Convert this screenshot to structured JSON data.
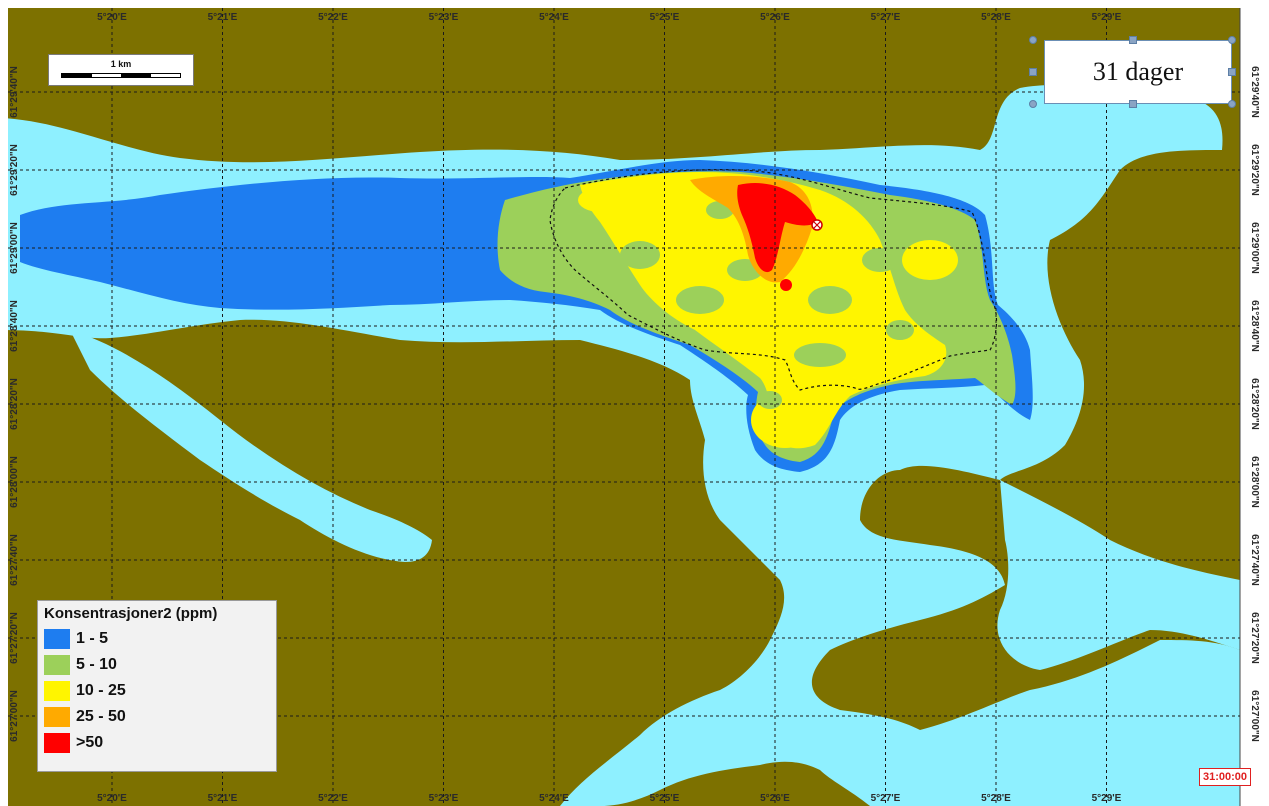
{
  "map": {
    "time_label": "31 dager",
    "clock": "31:00:00",
    "scalebar_label": "1 km",
    "colors": {
      "land": "#7d7100",
      "sea": "#8ef0ff",
      "grid": "#1a1a1a",
      "band_1_5": "#1e7df0",
      "band_5_10": "#9cd05a",
      "band_10_25": "#fff500",
      "band_25_50": "#ffaa00",
      "band_gt50": "#ff0000"
    },
    "longitude_ticks": [
      "5°20'E",
      "5°21'E",
      "5°22'E",
      "5°23'E",
      "5°24'E",
      "5°25'E",
      "5°26'E",
      "5°27'E",
      "5°28'E",
      "5°29'E"
    ],
    "latitude_ticks": [
      "61°29'40\"N",
      "61°29'20\"N",
      "61°29'00\"N",
      "61°28'40\"N",
      "61°28'20\"N",
      "61°28'00\"N",
      "61°27'40\"N",
      "61°27'20\"N",
      "61°27'00\"N"
    ]
  },
  "legend": {
    "title": "Konsentrasjoner2 (ppm)",
    "items": [
      {
        "label": "1 - 5",
        "color": "#1e7df0"
      },
      {
        "label": "5 - 10",
        "color": "#9cd05a"
      },
      {
        "label": "10 - 25",
        "color": "#fff500"
      },
      {
        "label": "25 - 50",
        "color": "#ffaa00"
      },
      {
        "label": ">50",
        "color": "#ff0000"
      }
    ]
  }
}
